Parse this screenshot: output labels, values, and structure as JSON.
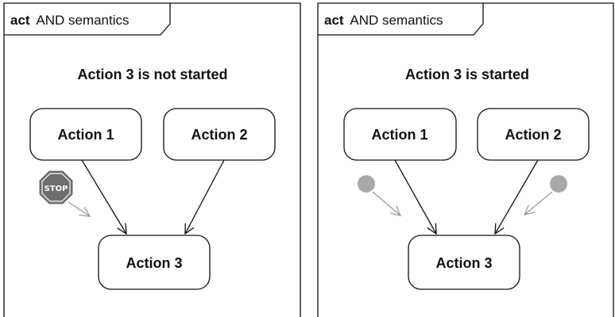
{
  "left_panel": {
    "frame_keyword": "act",
    "frame_name": "AND semantics",
    "heading": "Action 3 is not started",
    "actions": [
      "Action 1",
      "Action 2",
      "Action 3"
    ],
    "stop_sign_text": "STOP"
  },
  "right_panel": {
    "frame_keyword": "act",
    "frame_name": "AND semantics",
    "heading": "Action 3 is started",
    "actions": [
      "Action 1",
      "Action 2",
      "Action 3"
    ]
  },
  "colors": {
    "line": "#111111",
    "token": "#a8a8a8",
    "token_arrow": "#9a9a9a",
    "stop_sign": "#6e6e6e"
  }
}
